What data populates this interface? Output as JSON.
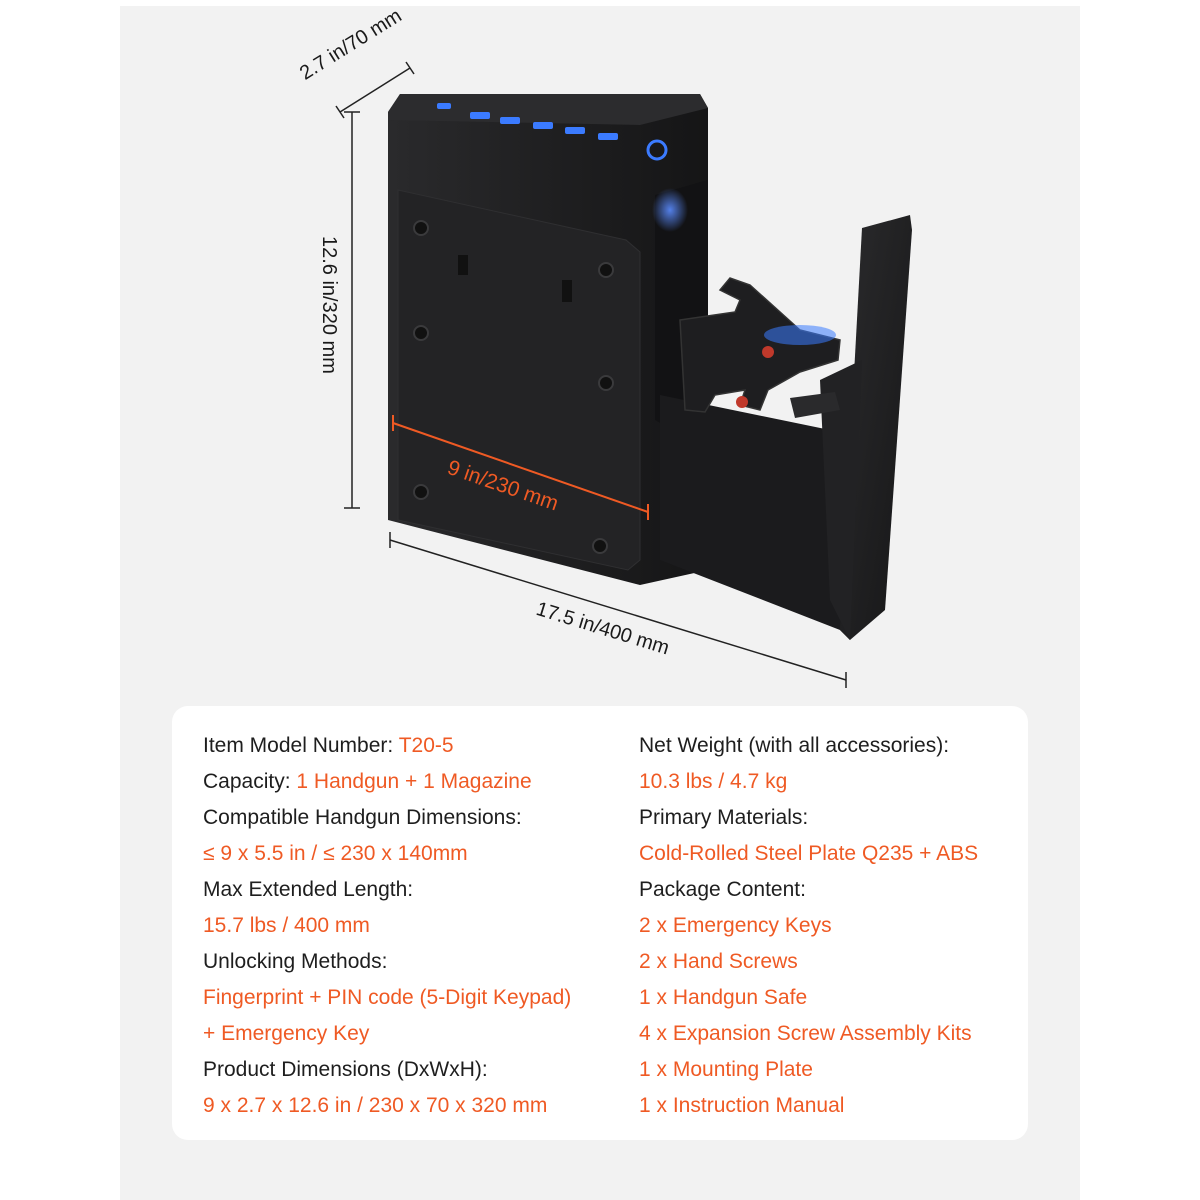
{
  "dimensions": {
    "depth": "2.7 in/70 mm",
    "height": "12.6 in/320 mm",
    "width": "9 in/230 mm",
    "extended": "17.5 in/400 mm"
  },
  "specs": {
    "left": [
      {
        "label": "Item Model Number:",
        "value": "T20-5"
      },
      {
        "label": "Capacity:",
        "value": "1 Handgun + 1 Magazine"
      },
      {
        "label": "Compatible Handgun Dimensions:",
        "value": ""
      },
      {
        "label": "",
        "value": "≤ 9 x 5.5 in / ≤ 230 x 140mm"
      },
      {
        "label": "Max Extended Length:",
        "value": ""
      },
      {
        "label": "",
        "value": "15.7 lbs / 400 mm"
      },
      {
        "label": "Unlocking Methods:",
        "value": ""
      },
      {
        "label": "",
        "value": "Fingerprint + PIN code (5-Digit Keypad)"
      },
      {
        "label": "",
        "value": "+ Emergency Key"
      },
      {
        "label": "Product Dimensions (DxWxH):",
        "value": ""
      },
      {
        "label": "",
        "value": "9 x 2.7 x 12.6 in / 230 x 70 x 320 mm"
      }
    ],
    "right": [
      {
        "label": "Net Weight (with all accessories):",
        "value": ""
      },
      {
        "label": "",
        "value": "10.3 lbs / 4.7 kg"
      },
      {
        "label": "Primary Materials:",
        "value": ""
      },
      {
        "label": "",
        "value": "Cold-Rolled Steel Plate Q235 + ABS"
      },
      {
        "label": "Package Content:",
        "value": ""
      },
      {
        "label": "",
        "value": "2 x Emergency Keys"
      },
      {
        "label": "",
        "value": "2 x Hand Screws"
      },
      {
        "label": "",
        "value": "1 x Handgun Safe"
      },
      {
        "label": "",
        "value": "4 x Expansion Screw Assembly Kits"
      },
      {
        "label": "",
        "value": "1 x Mounting Plate"
      },
      {
        "label": "",
        "value": "1 x Instruction Manual"
      }
    ]
  },
  "colors": {
    "accent": "#ef5a24",
    "text": "#1e1e1e",
    "background": "#f2f2f2",
    "card": "#ffffff",
    "safe_body": "#1f1f21",
    "led": "#3b7bff"
  }
}
